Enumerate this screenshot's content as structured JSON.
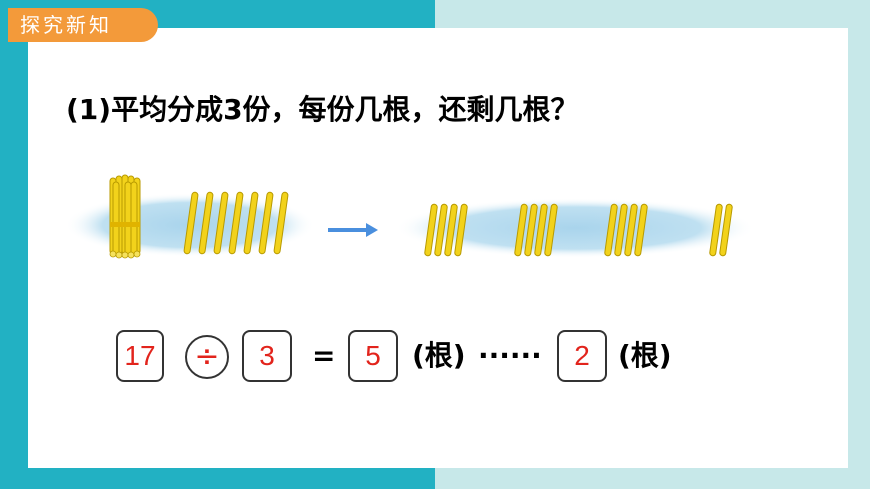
{
  "tag": {
    "label": "探究新知"
  },
  "question": {
    "text": "(1)平均分成3份，每份几根，还剩几根？"
  },
  "equation": {
    "dividend": "17",
    "operator": "÷",
    "divisor": "3",
    "equals": "=",
    "quotient": "5",
    "quotient_unit": "(根)",
    "ellipsis": "······",
    "remainder": "2",
    "remainder_unit": "(根)"
  },
  "illustration": {
    "bundle_count": 10,
    "loose_sticks": 7,
    "groups": [
      4,
      4,
      4,
      2
    ],
    "icons": [
      "stick-bundle-icon",
      "arrow-right-icon"
    ]
  },
  "colors": {
    "frame_left": "#22b1c3",
    "frame_right": "#c7e8e9",
    "tag_bg": "#f39a3a",
    "answer_red": "#e2241c",
    "stick_yellow": "#f2d21b",
    "arrow_blue": "#4a8fde",
    "mat_blue": "#b8dcef"
  }
}
